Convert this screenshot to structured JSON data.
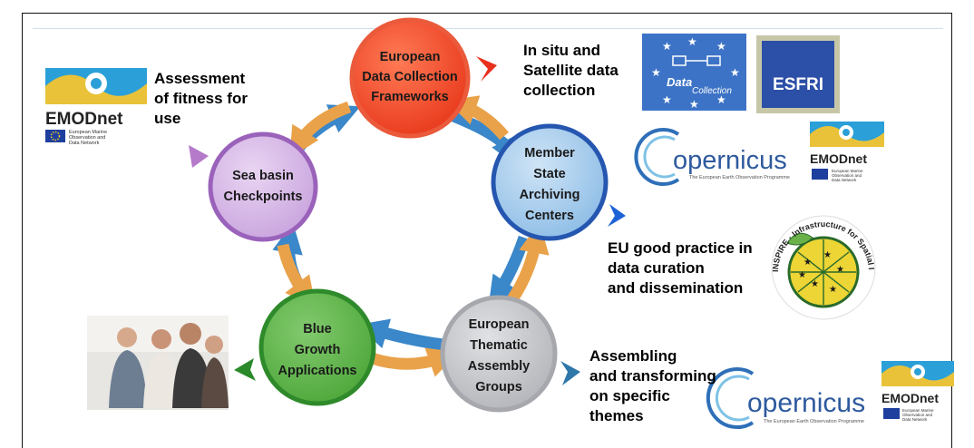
{
  "nodes": {
    "edcf": {
      "lines": [
        "European",
        "Data Collection",
        "Frameworks"
      ],
      "color": "#f24a26"
    },
    "member": {
      "lines": [
        "Member",
        "State",
        "Archiving",
        "Centers"
      ],
      "color": "#9fc7e9"
    },
    "thematic": {
      "lines": [
        "European",
        "Thematic",
        "Assembly",
        "Groups"
      ],
      "color": "#c2c3c7"
    },
    "blue": {
      "lines": [
        "Blue",
        "Growth",
        "Applications"
      ],
      "color": "#5fb34b"
    },
    "checkpoints": {
      "lines": [
        "Sea basin",
        "Checkpoints"
      ],
      "color": "#d4b3e6"
    }
  },
  "callouts": {
    "insitu": "In situ and\nSatellite data\ncollection",
    "fitness": "Assessment\nof fitness for\nuse",
    "eu_practice": "EU good practice in\ndata curation\nand dissemination",
    "assembling": "Assembling\nand transforming\non specific\nthemes"
  },
  "logos": {
    "emodnet": {
      "name": "EMODnet",
      "sub": [
        "European Marine",
        "Observation and",
        "Data Network"
      ]
    },
    "datacollection": {
      "word1": "Data",
      "word2": "Collection"
    },
    "esfri": {
      "name": "ESFRI"
    },
    "copernicus": {
      "name": "opernicus",
      "tagline": "The European Earth Observation Programme"
    },
    "inspire": {
      "ring": "INSPIRE · Infrastructure for Spatial Information in Europe"
    }
  },
  "colors": {
    "blue_arrow": "#3a87c9",
    "orange_arrow": "#e9a24a",
    "eu_blue": "#1f3f9e",
    "esfri_blue": "#2c4fa7"
  }
}
